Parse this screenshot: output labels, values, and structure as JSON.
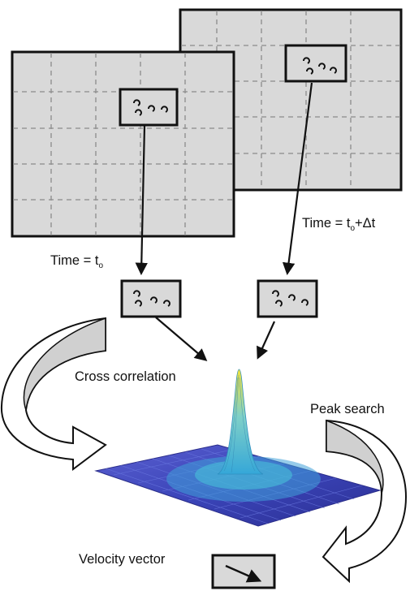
{
  "labels": {
    "frame1_time_prefix": "Time = t",
    "frame1_time_sub": "o",
    "frame2_time_prefix": "Time = t",
    "frame2_time_sub": "o",
    "frame2_time_suffix": "+Δt",
    "cross_correlation": "Cross correlation",
    "peak_search": "Peak search",
    "velocity_vector": "Velocity  vector"
  },
  "colors": {
    "frame_fill": "#d9d9d9",
    "frame_stroke": "#111111",
    "grid_dash": "#8c8c8c",
    "curved_arrow_fill": "#d0d0d0",
    "surface_base": "#3b3fb0",
    "surface_mid": "#35a7d8",
    "surface_peak": "#f2e33a"
  }
}
